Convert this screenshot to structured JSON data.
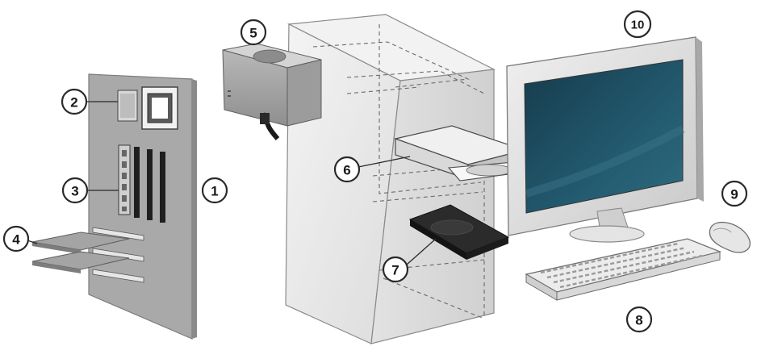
{
  "callouts": {
    "motherboard": "1",
    "cpu": "2",
    "ram": "3",
    "expansion_cards": "4",
    "power_supply": "5",
    "optical_drive": "6",
    "hard_drive": "7",
    "keyboard": "8",
    "mouse": "9",
    "monitor": "10"
  },
  "colors": {
    "line": "#2a2a2a",
    "board": "#a8a8a8",
    "case": "#e9e9e9",
    "screen": "#1f4f62",
    "drive": "#2a2a2a"
  },
  "icons": {
    "motherboard": "motherboard-icon",
    "cpu": "cpu-icon",
    "ram": "ram-icon",
    "expansion_cards": "expansion-card-icon",
    "power_supply": "power-supply-icon",
    "optical_drive": "optical-drive-icon",
    "hard_drive": "hard-drive-icon",
    "keyboard": "keyboard-icon",
    "mouse": "mouse-icon",
    "monitor": "monitor-icon"
  }
}
